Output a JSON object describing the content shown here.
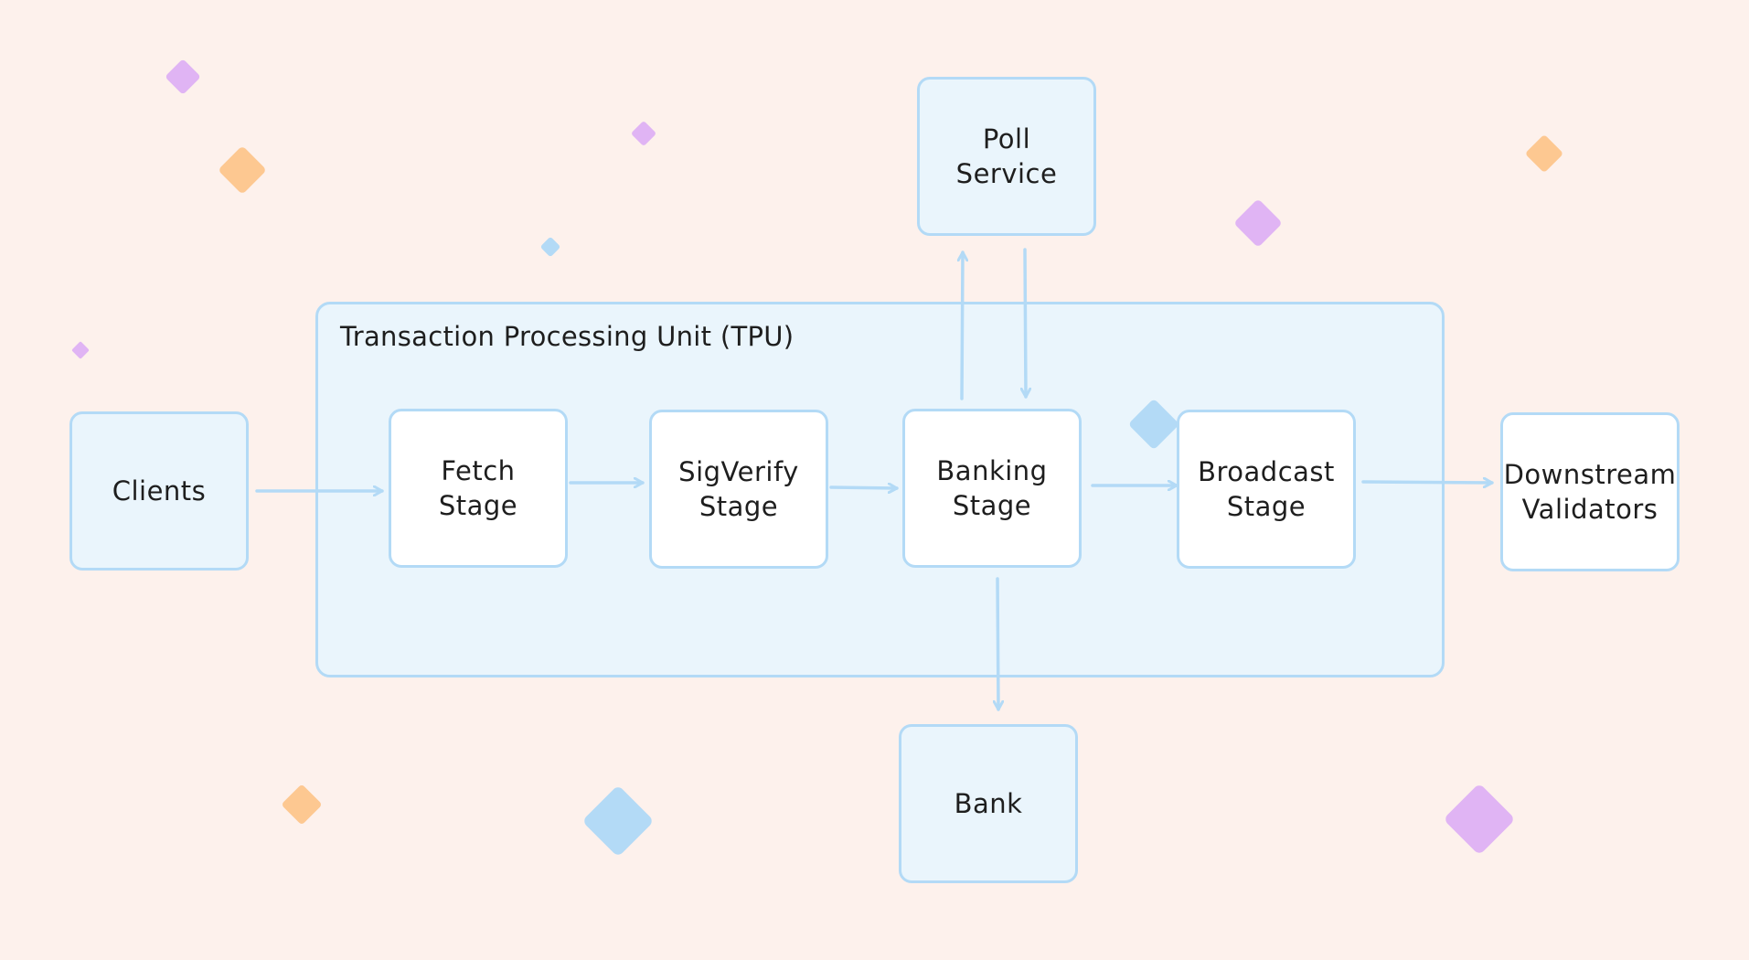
{
  "diagram": {
    "container": {
      "title": "Transaction Processing Unit (TPU)"
    },
    "nodes": {
      "clients": "Clients",
      "fetch": "Fetch\nStage",
      "sigverify": "SigVerify\nStage",
      "banking": "Banking\nStage",
      "broadcast": "Broadcast\nStage",
      "downstream": "Downstream\nValidators",
      "poll": "Poll\nService",
      "bank": "Bank"
    },
    "edges": [
      {
        "from": "Clients",
        "to": "Fetch Stage"
      },
      {
        "from": "Fetch Stage",
        "to": "SigVerify Stage"
      },
      {
        "from": "SigVerify Stage",
        "to": "Banking Stage"
      },
      {
        "from": "Banking Stage",
        "to": "Broadcast Stage"
      },
      {
        "from": "Broadcast Stage",
        "to": "Downstream Validators"
      },
      {
        "from": "Banking Stage",
        "to": "Poll Service"
      },
      {
        "from": "Poll Service",
        "to": "Banking Stage"
      },
      {
        "from": "Banking Stage",
        "to": "Bank"
      }
    ],
    "colors": {
      "background": "#fdf1ec",
      "box_fill": "#eaf5fc",
      "stage_fill": "#ffffff",
      "stroke": "#b3daf6",
      "accent_purple": "#e0b4f4",
      "accent_orange": "#fdc891",
      "accent_blue": "#b3daf6"
    }
  }
}
